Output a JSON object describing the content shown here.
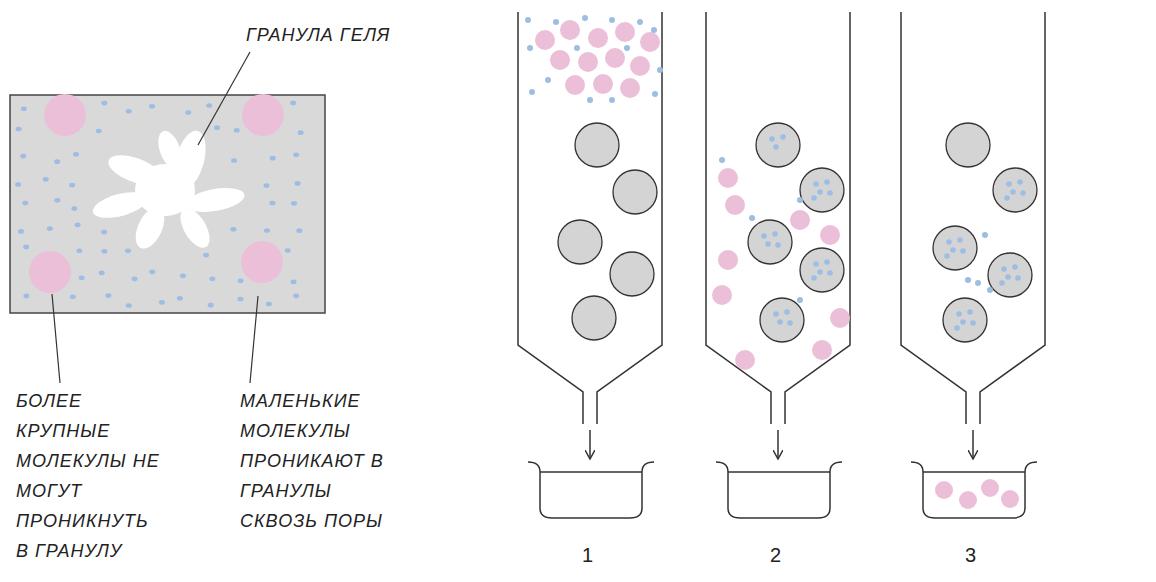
{
  "diagram": {
    "labels": [
      "ГРАНУЛА ГЕЛЯ",
      "БОЛЕЕ КРУПНЫЕ МОЛЕКУЛЫ НЕ МОГУТ ПРОНИКНУТЬ В ГРАНУЛУ",
      "МАЛЕНЬКИЕ МОЛЕКУЛЫ ПРОНИКАЮТ В ГРАНУЛЫ СКВОЗЬ ПОРЫ",
      "1",
      "2",
      "3"
    ]
  }
}
